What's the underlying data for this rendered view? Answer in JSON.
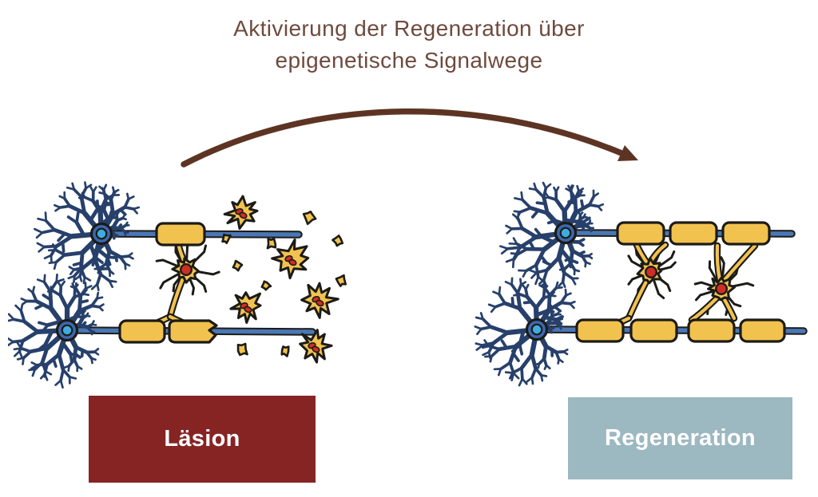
{
  "title": {
    "line1": "Aktivierung der Regeneration über",
    "line2": "epigenetische Signalwege",
    "color": "#6e4a3d"
  },
  "arrow": {
    "icon": "curved-arrow-left-to-right",
    "color": "#5d3423"
  },
  "figures": {
    "lesion": {
      "label": "Läsion",
      "label_bg": "#862424",
      "label_color": "#ffffff"
    },
    "regeneration": {
      "label": "Regeneration",
      "label_bg": "#9cb8c1",
      "label_color": "#ffffff"
    }
  },
  "illustration_colors": {
    "myelin_yellow": "#f2c24f",
    "axon_blue": "#4a77b5",
    "dendrite_navy": "#27406b",
    "soma_blue": "#3c68b0",
    "nucleus_cyan": "#3facdf",
    "nucleus_red": "#cf2d27",
    "outline": "#1c1b17"
  }
}
